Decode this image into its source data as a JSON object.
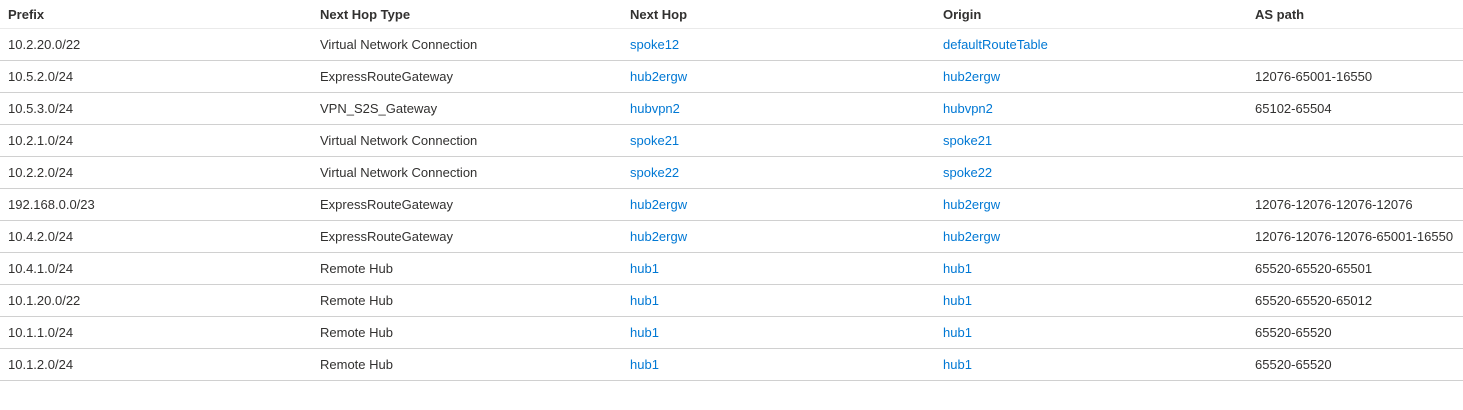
{
  "table": {
    "columns": [
      {
        "key": "prefix",
        "label": "Prefix"
      },
      {
        "key": "next_hop_type",
        "label": "Next Hop Type"
      },
      {
        "key": "next_hop",
        "label": "Next Hop"
      },
      {
        "key": "origin",
        "label": "Origin"
      },
      {
        "key": "as_path",
        "label": "AS path"
      }
    ],
    "rows": [
      {
        "prefix": "10.2.20.0/22",
        "next_hop_type": "Virtual Network Connection",
        "next_hop": "spoke12",
        "origin": "defaultRouteTable",
        "as_path": ""
      },
      {
        "prefix": "10.5.2.0/24",
        "next_hop_type": "ExpressRouteGateway",
        "next_hop": "hub2ergw",
        "origin": "hub2ergw",
        "as_path": "12076-65001-16550"
      },
      {
        "prefix": "10.5.3.0/24",
        "next_hop_type": "VPN_S2S_Gateway",
        "next_hop": "hubvpn2",
        "origin": "hubvpn2",
        "as_path": "65102-65504"
      },
      {
        "prefix": "10.2.1.0/24",
        "next_hop_type": "Virtual Network Connection",
        "next_hop": "spoke21",
        "origin": "spoke21",
        "as_path": ""
      },
      {
        "prefix": "10.2.2.0/24",
        "next_hop_type": "Virtual Network Connection",
        "next_hop": "spoke22",
        "origin": "spoke22",
        "as_path": ""
      },
      {
        "prefix": "192.168.0.0/23",
        "next_hop_type": "ExpressRouteGateway",
        "next_hop": "hub2ergw",
        "origin": "hub2ergw",
        "as_path": "12076-12076-12076-12076"
      },
      {
        "prefix": "10.4.2.0/24",
        "next_hop_type": "ExpressRouteGateway",
        "next_hop": "hub2ergw",
        "origin": "hub2ergw",
        "as_path": "12076-12076-12076-65001-16550"
      },
      {
        "prefix": "10.4.1.0/24",
        "next_hop_type": "Remote Hub",
        "next_hop": "hub1",
        "origin": "hub1",
        "as_path": "65520-65520-65501"
      },
      {
        "prefix": "10.1.20.0/22",
        "next_hop_type": "Remote Hub",
        "next_hop": "hub1",
        "origin": "hub1",
        "as_path": "65520-65520-65012"
      },
      {
        "prefix": "10.1.1.0/24",
        "next_hop_type": "Remote Hub",
        "next_hop": "hub1",
        "origin": "hub1",
        "as_path": "65520-65520"
      },
      {
        "prefix": "10.1.2.0/24",
        "next_hop_type": "Remote Hub",
        "next_hop": "hub1",
        "origin": "hub1",
        "as_path": "65520-65520"
      }
    ]
  },
  "colors": {
    "link": "#0078d4",
    "text": "#323130",
    "header_divider": "#eaeaea",
    "row_divider": "#d0d0d0",
    "background": "#ffffff"
  }
}
